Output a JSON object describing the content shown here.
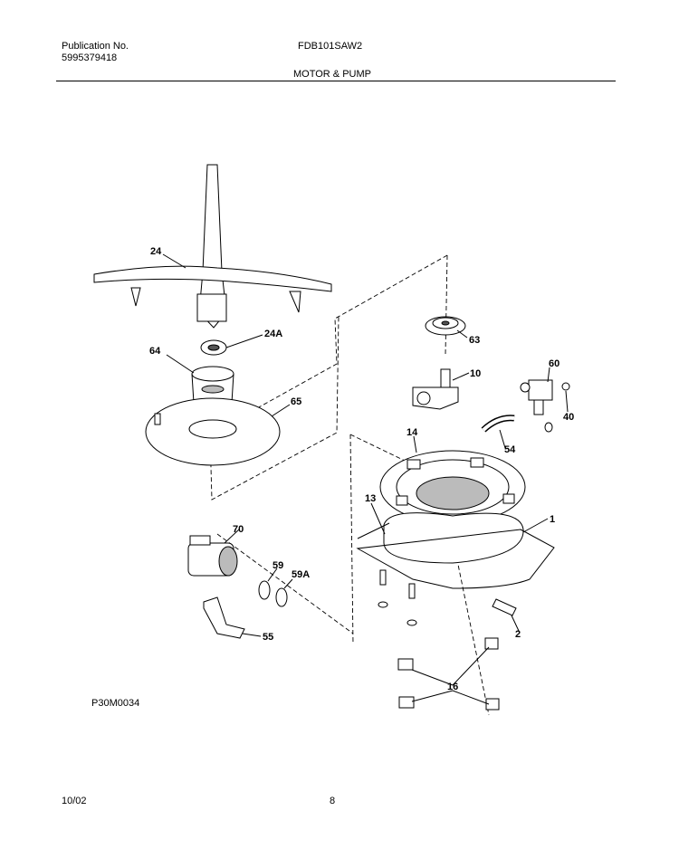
{
  "header": {
    "publication_label": "Publication No.",
    "publication_number": "5995379418",
    "model": "FDB101SAW2",
    "section_title": "MOTOR & PUMP"
  },
  "diagram": {
    "drawing_id": "P30M0034",
    "callouts": [
      "24",
      "24A",
      "64",
      "65",
      "63",
      "10",
      "60",
      "40",
      "14",
      "54",
      "13",
      "1",
      "70",
      "59",
      "59A",
      "55",
      "2",
      "16"
    ]
  },
  "footer": {
    "date": "10/02",
    "page_number": "8"
  }
}
